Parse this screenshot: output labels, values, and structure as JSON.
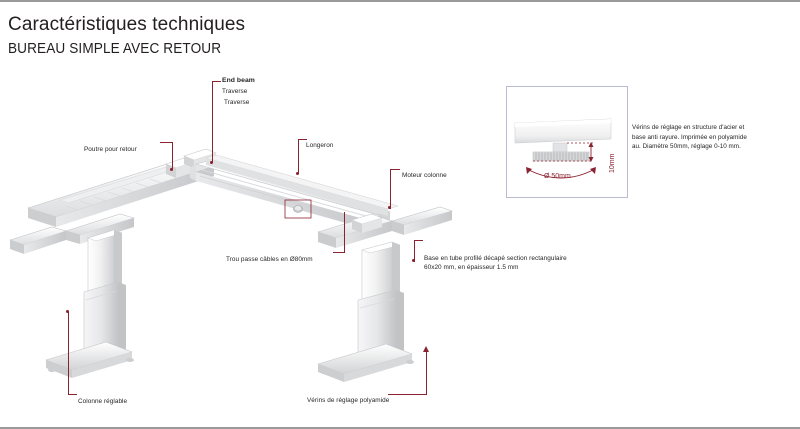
{
  "header": {
    "title": "Caractéristiques techniques",
    "subtitle": "BUREAU SIMPLE AVEC RETOUR"
  },
  "callouts": {
    "end_beam_en": "End beam",
    "end_beam_fr": "Traverse",
    "end_beam_fr2": "Traverse",
    "poutre_retour": "Poutre pour retour",
    "longeron": "Longeron",
    "moteur_colonne": "Moteur colonne",
    "trou_cables": "Trou passe câbles en Ø80mm",
    "base_line1": "Base en tube profilé décapé section rectangulaire",
    "base_line2": "60x20 mm, en épaisseur 1.5 mm",
    "colonne_reglable": "Colonne réglable",
    "verins_polyamide": "Vérins de réglage polyamide"
  },
  "inset": {
    "height_dim": "10mm",
    "diameter_dim": "Ø 50mm"
  },
  "description": {
    "line1": "Vérins de réglage en structure d'acier et",
    "line2": "base anti rayure. Imprimée en polyamide",
    "line3": "au. Diamètre 50mm, réglage 0-10 mm."
  },
  "colors": {
    "leader": "#8a2330",
    "text": "#231f20",
    "rule": "#9a9a9a",
    "inset_border": "#b9bcd0",
    "frame_light": "#fafafa",
    "frame_mid": "#e3e4e6",
    "frame_dark": "#c9cacc"
  }
}
